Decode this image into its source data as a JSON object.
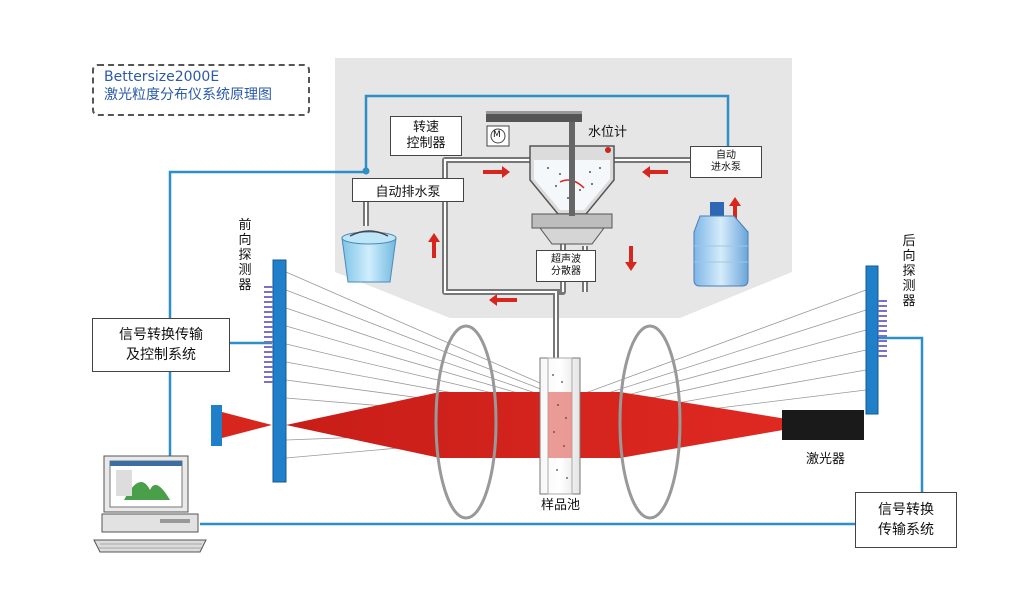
{
  "title": {
    "line1": "Bettersize2000E",
    "line2": "激光粒度分布仪系统原理图"
  },
  "labels": {
    "speed_controller": "转速\n控制器",
    "water_level": "水位计",
    "auto_inlet_pump": "自动\n进水泵",
    "auto_drain_pump": "自动排水泵",
    "ultrasonic": "超声波\n分散器",
    "front_detector": "前向探测器",
    "rear_detector": "后向探测器",
    "signal_ctrl": "信号转换传输\n及控制系统",
    "signal_trans": "信号转换\n传输系统",
    "laser": "激光器",
    "sample_cell": "样品池",
    "motor": "M"
  },
  "colors": {
    "pipe_blue": "#2d8fc4",
    "laser_red": "#d7261e",
    "detector_blue": "#1f7fc8",
    "panel_gray": "#e6e6e6",
    "arrow_red": "#d7261e"
  }
}
